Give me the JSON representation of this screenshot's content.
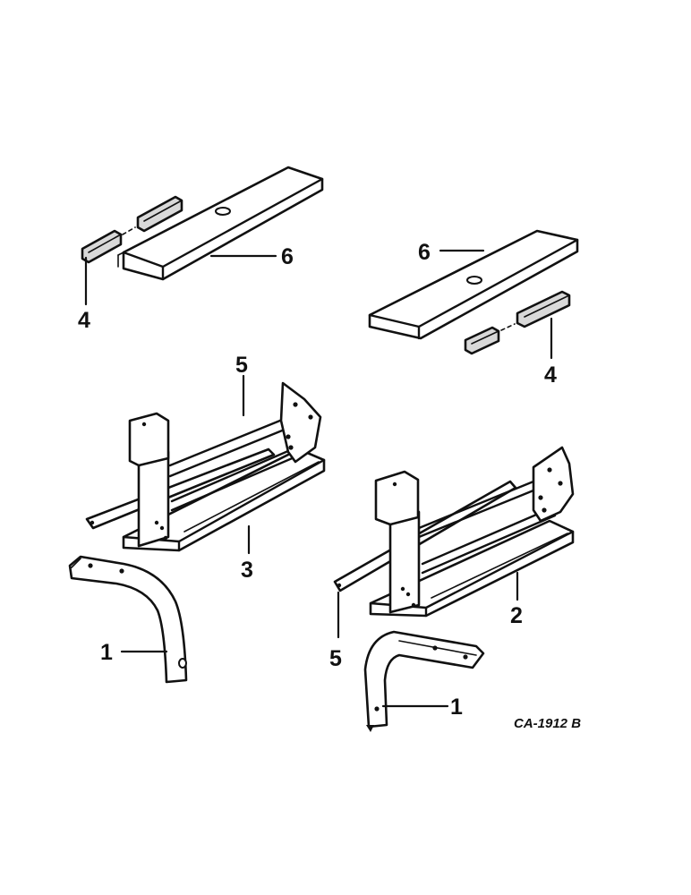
{
  "diagram": {
    "part_code": "CA-1912 B",
    "callouts": {
      "c1_left": "1",
      "c1_right": "1",
      "c2": "2",
      "c3": "3",
      "c4_left": "4",
      "c4_right": "4",
      "c5_left": "5",
      "c5_right": "5",
      "c6_left": "6",
      "c6_right": "6"
    }
  }
}
